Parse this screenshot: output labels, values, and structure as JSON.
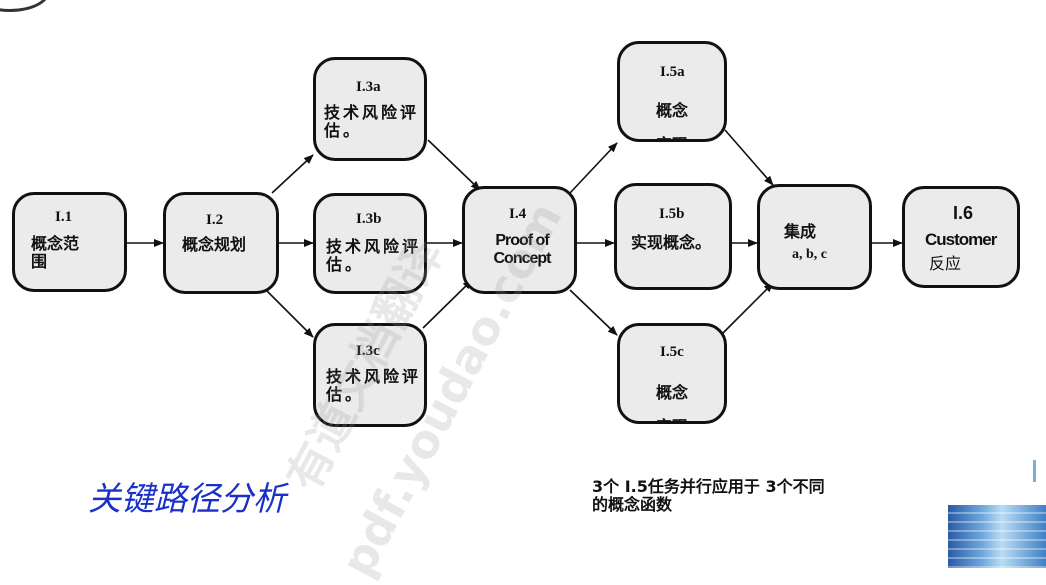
{
  "nodes": {
    "i1": {
      "id": "I.1",
      "text": "概念范围"
    },
    "i2": {
      "id": "I.2",
      "text": "概念规划"
    },
    "i3a": {
      "id": "I.3a",
      "text": "技术风险评估。"
    },
    "i3b": {
      "id": "I.3b",
      "text": "技术风险评估。"
    },
    "i3c": {
      "id": "I.3c",
      "text": "技术风险评估。"
    },
    "i4": {
      "id": "I.4",
      "text": "Proof of Concept"
    },
    "i5a": {
      "id": "I.5a",
      "text": "概念实现"
    },
    "i5b": {
      "id": "I.5b",
      "text": "实现概念。"
    },
    "i5c": {
      "id": "I.5c",
      "text": "概念实现"
    },
    "integrate": {
      "text": "集成",
      "sub": "a, b, c"
    },
    "i6": {
      "id": "I.6",
      "text": "Customer",
      "text2": "反应"
    }
  },
  "title": "关键路径分析",
  "note": "3个 I.5任务并行应用于 3个不同的概念函数",
  "watermark": {
    "line1": "有道文档翻译",
    "line2": "pdf.youdao.com"
  },
  "colors": {
    "title": "#1a31c9",
    "node_fill": "#ebebeb",
    "border": "#111111"
  }
}
